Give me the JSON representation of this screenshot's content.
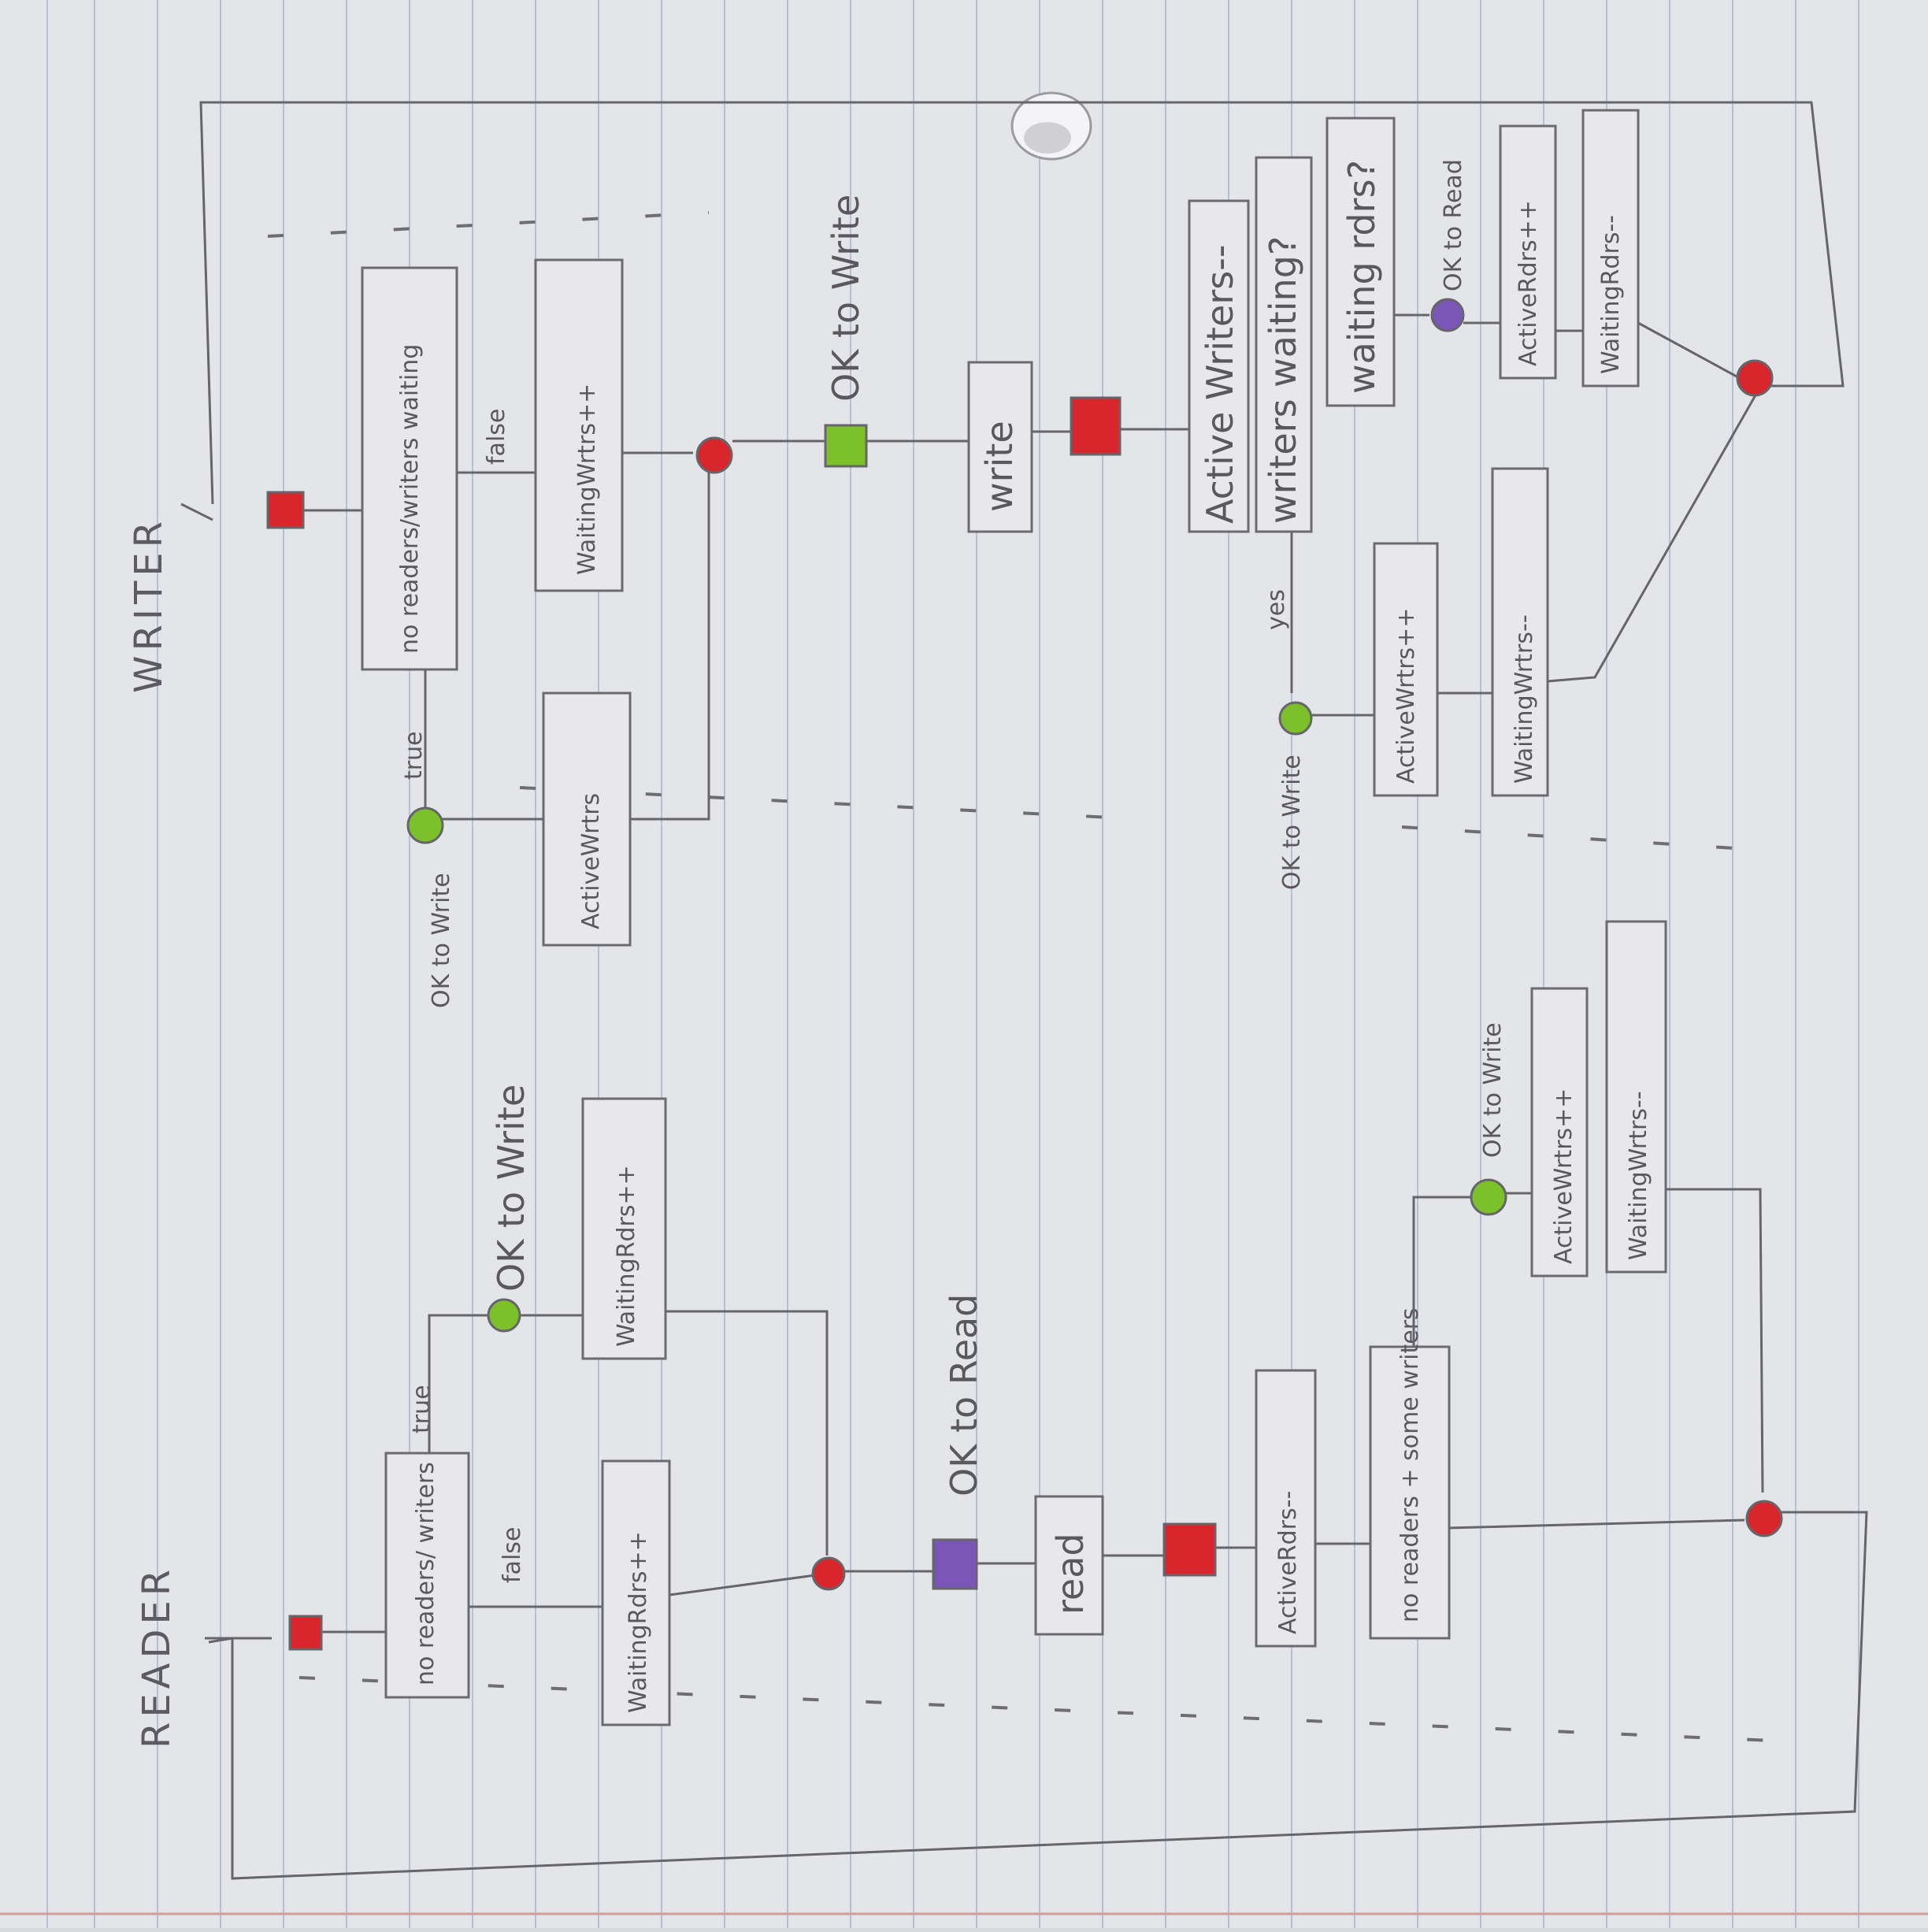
{
  "reader": {
    "title": "READER",
    "cond_box": "no readers/ writers",
    "true_label": "true",
    "false_label": "false",
    "ok_to_write": "OK to Write",
    "waiting_rdrs_inc_top": "WaitingRdrs++",
    "waiting_rdrs_inc": "WaitingRdrs++",
    "ok_to_read": "OK to Read",
    "read": "read",
    "active_rdrs_dec": "ActiveRdrs--",
    "cond2_box": "no readers + some writers",
    "ok_to_write2": "OK to Write",
    "active_wrtrs_inc": "ActiveWrtrs++",
    "waiting_wrtrs_dec": "WaitingWrtrs--"
  },
  "writer": {
    "title": "WRITER",
    "cond_box": "no readers/writers waiting",
    "true_label": "true",
    "false_label": "false",
    "ok_to_write": "OK to Write",
    "active_wrtrs": "ActiveWrtrs",
    "waiting_wrtrs_inc": "WaitingWrtrs++",
    "ok_to_write2": "OK to Write",
    "write": "write",
    "active_writers_dec": "Active Writers--",
    "writers_waiting_q": "writers waiting?",
    "yes_label": "yes",
    "ok_to_write3": "OK to Write",
    "active_wrtrs_inc": "ActiveWrtrs++",
    "waiting_wrtrs_dec": "WaitingWrtrs--",
    "waiting_rdrs_q": "waiting rdrs?",
    "ok_to_read": "OK to Read",
    "active_rdrs_inc": "ActiveRdrs++",
    "waiting_rdrs_dec": "WaitingRdrs--"
  },
  "colors": {
    "red_marker": "#d8262c",
    "green_marker": "#7cc02a",
    "purple_marker": "#7b55b8",
    "pencil": "#5f5d62",
    "paper": "#e4e5e9",
    "rule": "#b7bfd0"
  }
}
